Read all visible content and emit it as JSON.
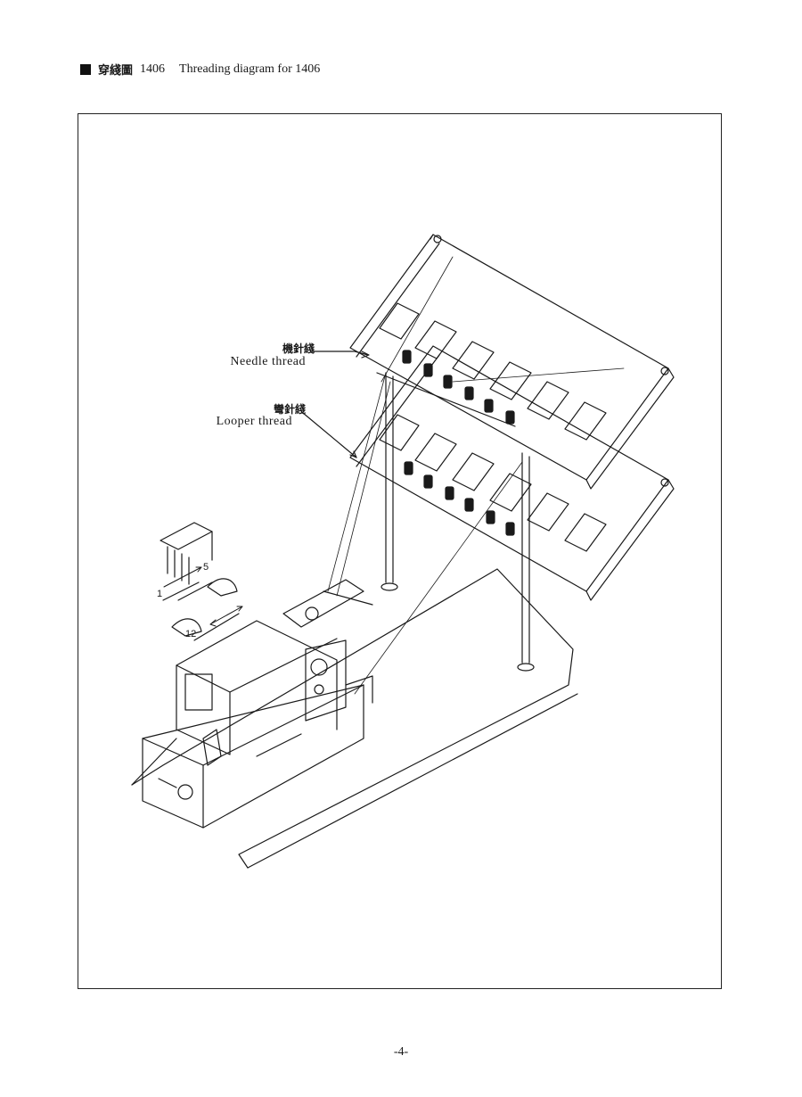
{
  "header": {
    "title_cn": "穿綫圖",
    "model": "1406",
    "title_en": "Threading diagram for 1406"
  },
  "labels": {
    "needle_cn": "機針綫",
    "needle_en": "Needle thread",
    "looper_cn": "彎針綫",
    "looper_en": "Looper thread"
  },
  "callouts": {
    "n1": "1",
    "n5": "5",
    "n12": "12"
  },
  "footer": {
    "page": "-4-"
  },
  "colors": {
    "ink": "#1a1a1a",
    "paper": "#ffffff"
  }
}
